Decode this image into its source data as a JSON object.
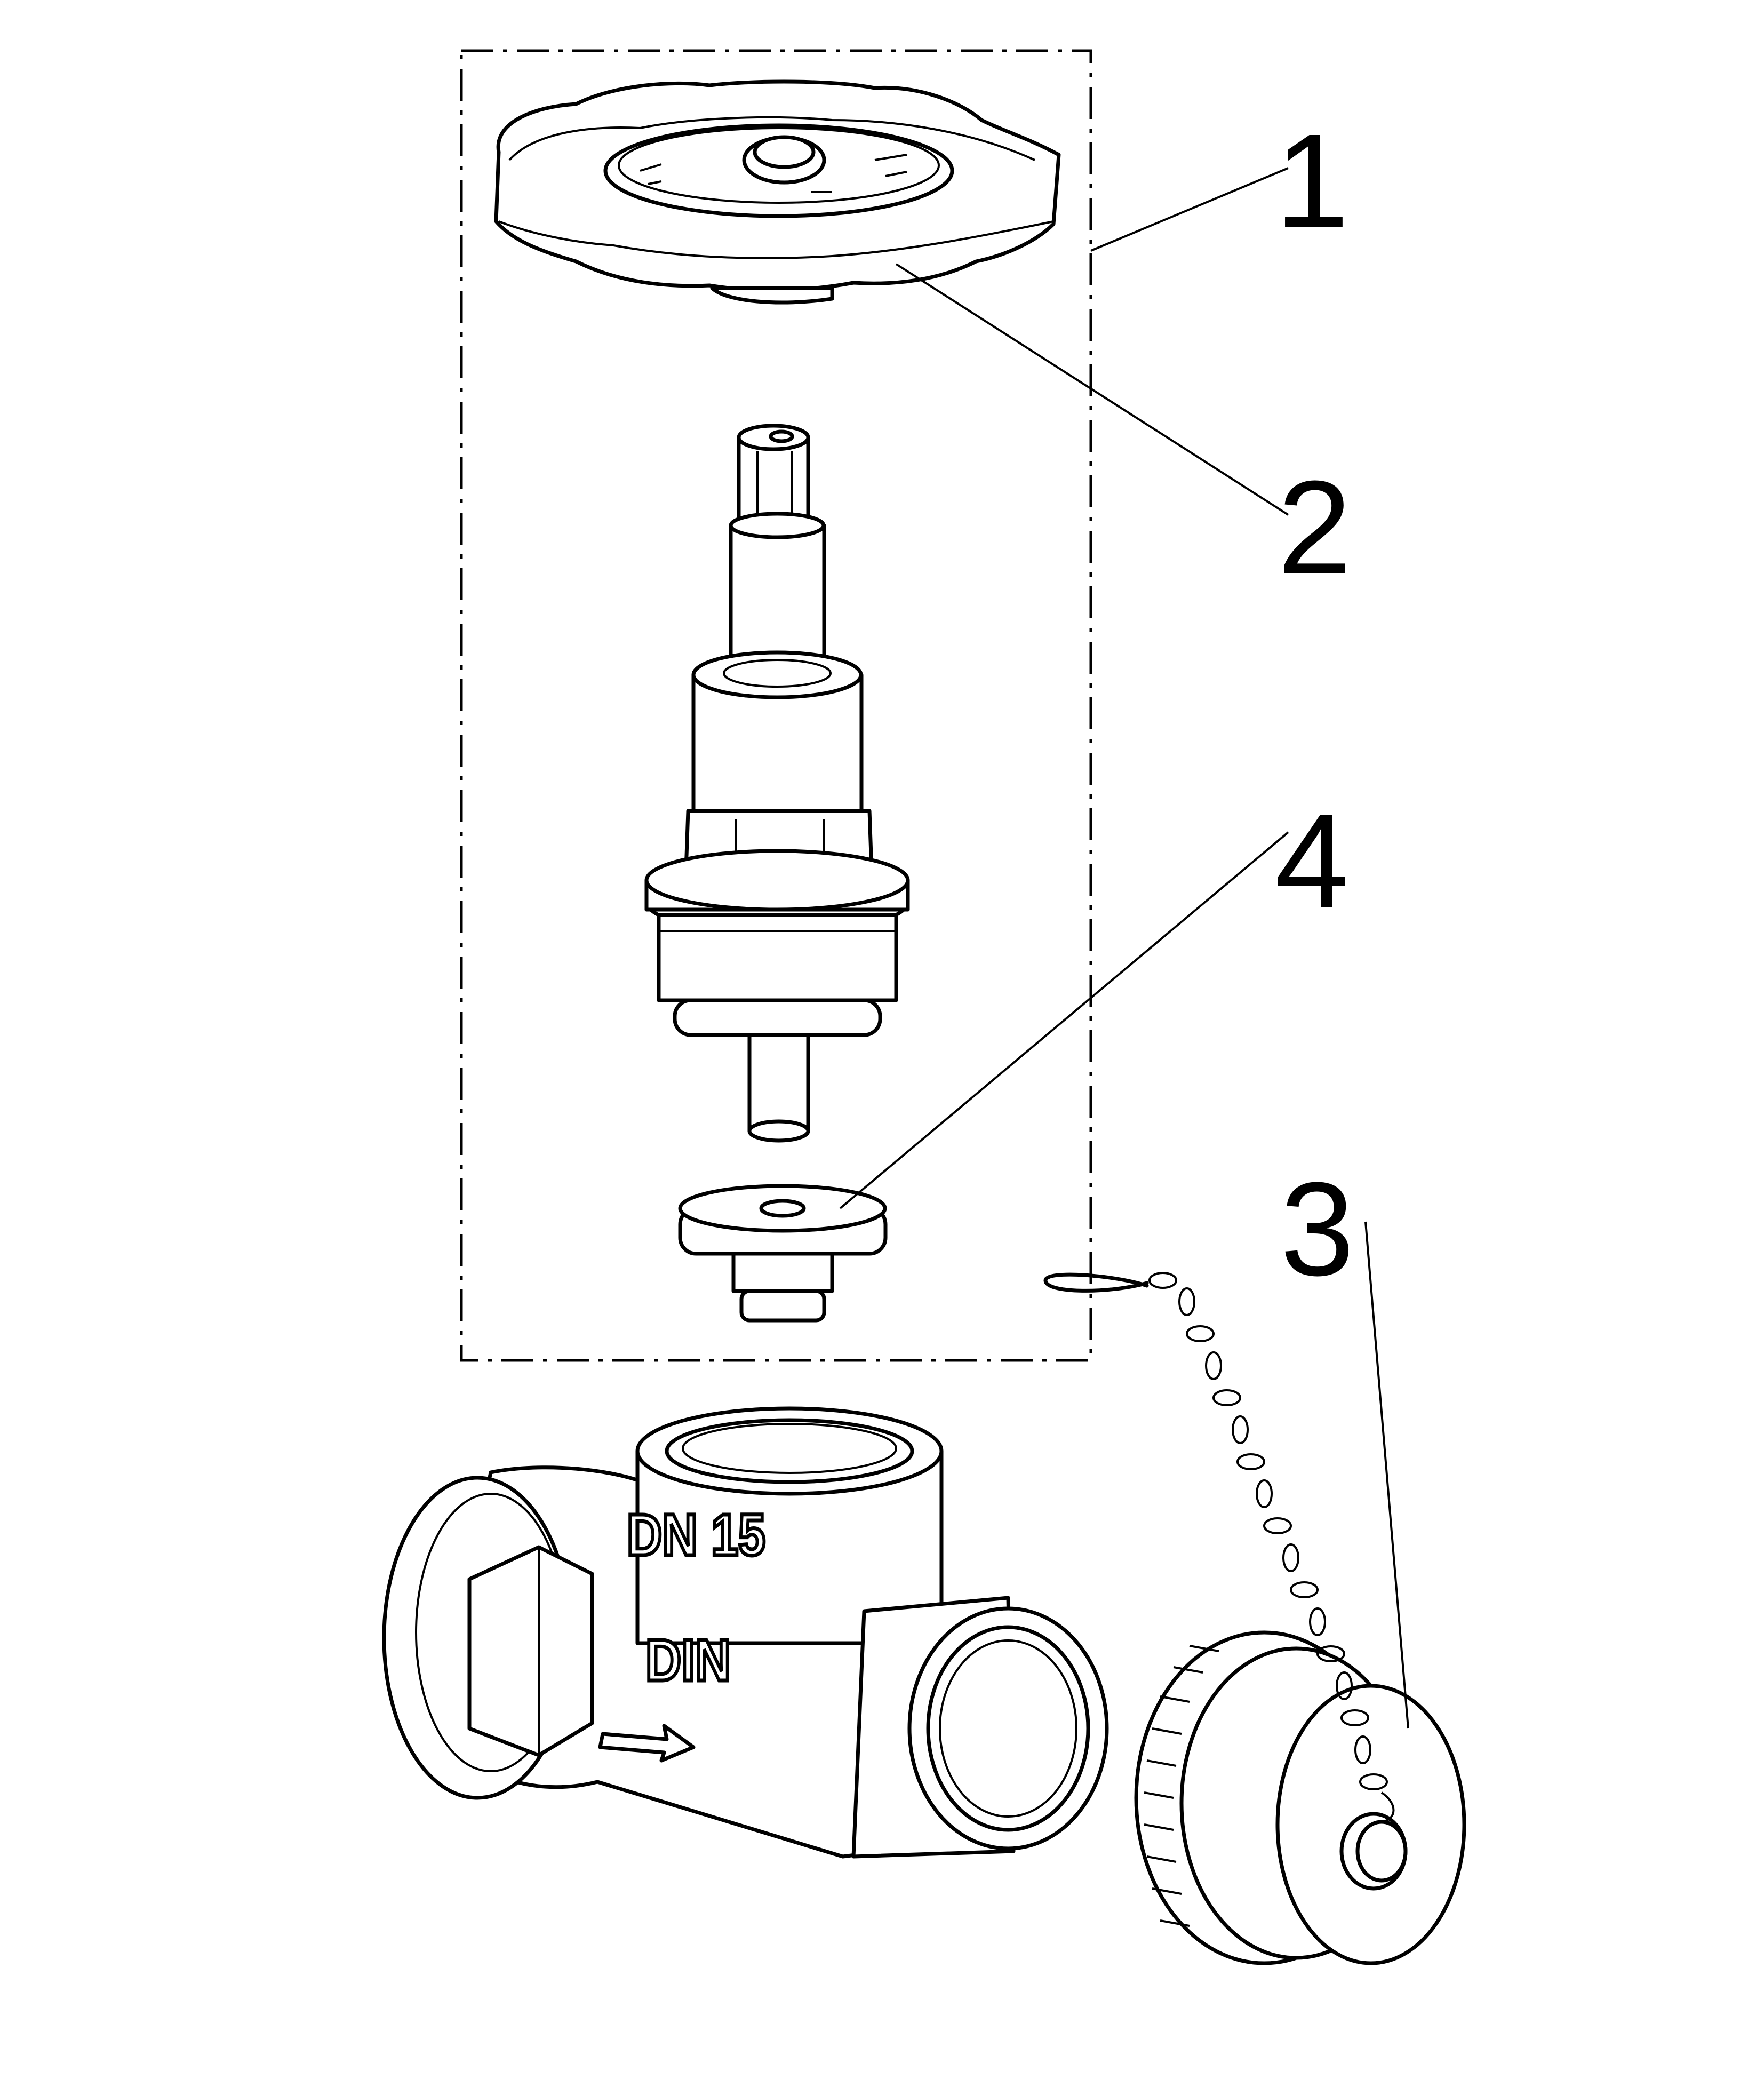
{
  "callouts": [
    {
      "id": "1",
      "label": "1"
    },
    {
      "id": "2",
      "label": "2"
    },
    {
      "id": "3",
      "label": "3"
    },
    {
      "id": "4",
      "label": "4"
    }
  ],
  "body_markings": {
    "size": "DN 15",
    "standard": "DIN"
  }
}
